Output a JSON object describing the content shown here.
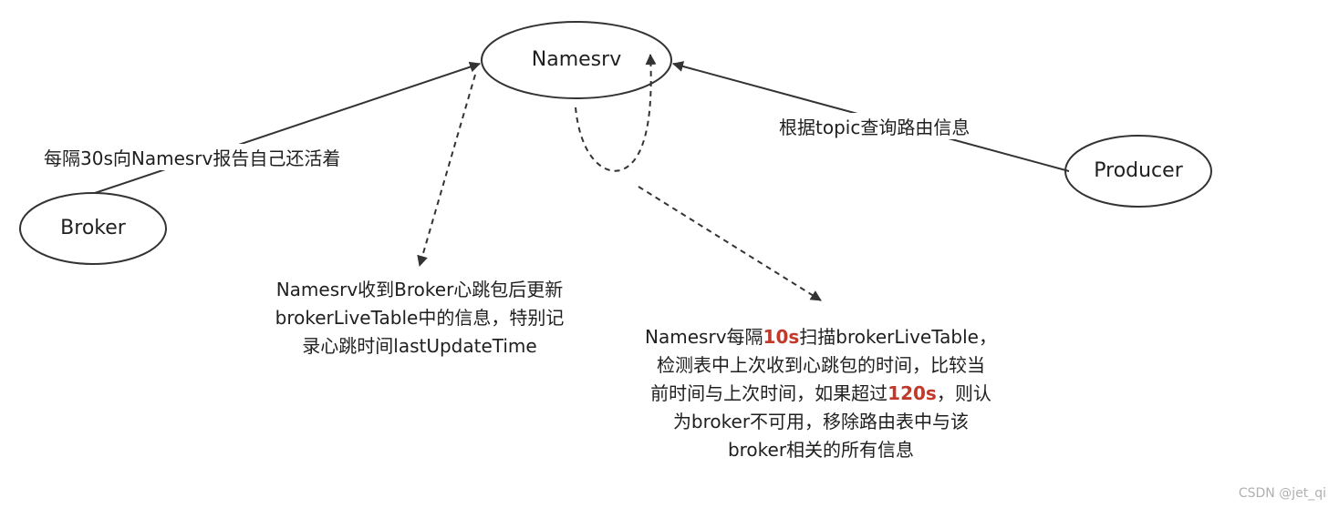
{
  "nodes": {
    "namesrv": "Namesrv",
    "broker": "Broker",
    "producer": "Producer"
  },
  "edges": {
    "broker_to_namesrv": "每隔30s向Namesrv报告自己还活着",
    "producer_to_namesrv": "根据topic查询路由信息"
  },
  "notes": {
    "heartbeat": [
      "Namesrv收到Broker心跳包后更新",
      "brokerLiveTable中的信息，特别记",
      "录心跳时间lastUpdateTime"
    ],
    "scan": {
      "line1_prefix": "Namesrv每隔",
      "line1_highlight": "10s",
      "line1_suffix": "扫描brokerLiveTable，",
      "line2": "检测表中上次收到心跳包的时间，比较当",
      "line3_prefix": "前时间与上次时间，如果超过",
      "line3_highlight": "120s",
      "line3_suffix": "，则认",
      "line4": "为broker不可用，移除路由表中与该",
      "line5": "broker相关的所有信息"
    }
  },
  "colors": {
    "line": "#333333",
    "highlight": "#c0392b"
  },
  "watermark": "CSDN @jet_qi"
}
